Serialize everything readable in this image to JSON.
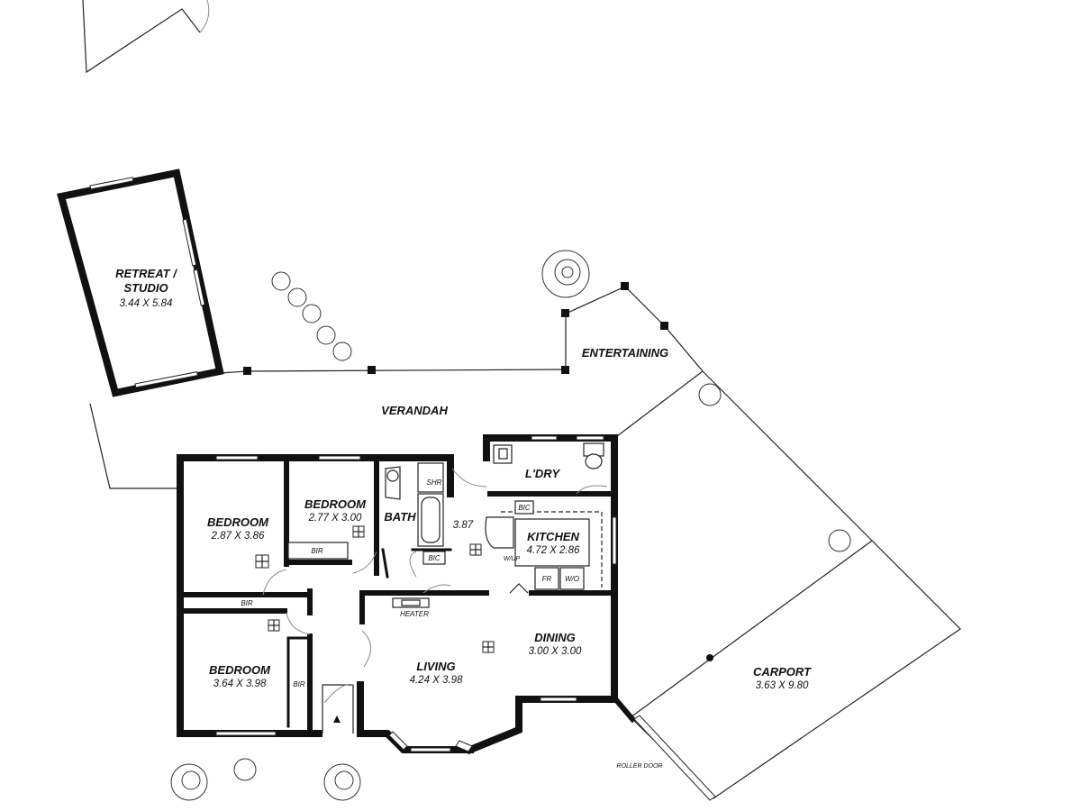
{
  "rooms": {
    "retreat": {
      "name_line1": "RETREAT /",
      "name_line2": "STUDIO",
      "size": "3.44 X 5.84"
    },
    "verandah": {
      "name": "VERANDAH"
    },
    "entertaining": {
      "name": "ENTERTAINING"
    },
    "bedroom1": {
      "name": "BEDROOM",
      "size": "2.87 X 3.86"
    },
    "bedroom2": {
      "name": "BEDROOM",
      "size": "2.77 X 3.00"
    },
    "bedroom3": {
      "name": "BEDROOM",
      "size": "3.64 X 3.98"
    },
    "bath": {
      "name": "BATH"
    },
    "laundry": {
      "name": "L'DRY"
    },
    "kitchen": {
      "name": "KITCHEN",
      "size": "4.72 X 2.86"
    },
    "dining": {
      "name": "DINING",
      "size": "3.00 X 3.00"
    },
    "living": {
      "name": "LIVING",
      "size": "4.24 X 3.98"
    },
    "carport": {
      "name": "CARPORT",
      "size": "3.63 X 9.80"
    }
  },
  "fixtures": {
    "bir_bed2": "BIR",
    "bir_bed1": "BIR",
    "bir_bed3": "BIR",
    "shower": "SHR",
    "bic_bath": "BIC",
    "bic_kitchen": "BIC",
    "fridge": "FR",
    "wall_oven": "W/O",
    "heater": "HEATER",
    "hallway_dim": "3.87",
    "roller_door": "ROLLER DOOR",
    "kitchen_tag": "W/UP"
  }
}
